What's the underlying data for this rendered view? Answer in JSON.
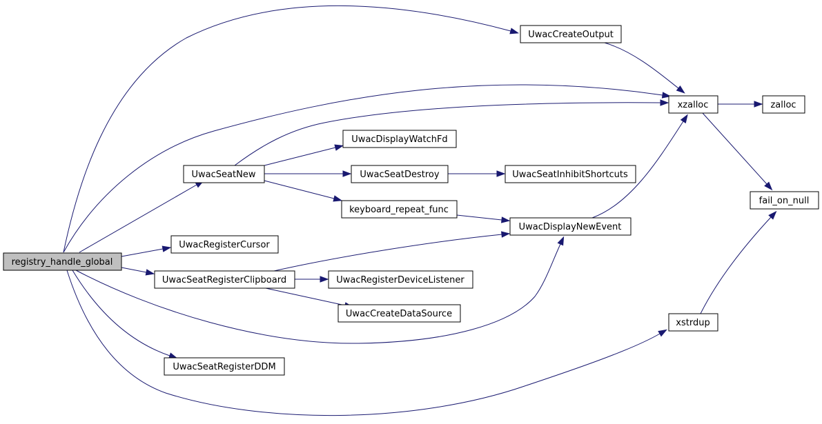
{
  "colors": {
    "root_fill": "#bfbfbf",
    "node_fill": "#ffffff",
    "edge": "#191970"
  },
  "nodes": {
    "registry_handle_global": "registry_handle_global",
    "UwacCreateOutput": "UwacCreateOutput",
    "xzalloc": "xzalloc",
    "zalloc": "zalloc",
    "UwacDisplayWatchFd": "UwacDisplayWatchFd",
    "UwacSeatNew": "UwacSeatNew",
    "UwacSeatDestroy": "UwacSeatDestroy",
    "UwacSeatInhibitShortcuts": "UwacSeatInhibitShortcuts",
    "fail_on_null": "fail_on_null",
    "keyboard_repeat_func": "keyboard_repeat_func",
    "UwacDisplayNewEvent": "UwacDisplayNewEvent",
    "UwacRegisterCursor": "UwacRegisterCursor",
    "UwacSeatRegisterClipboard": "UwacSeatRegisterClipboard",
    "UwacRegisterDeviceListener": "UwacRegisterDeviceListener",
    "UwacCreateDataSource": "UwacCreateDataSource",
    "xstrdup": "xstrdup",
    "UwacSeatRegisterDDM": "UwacSeatRegisterDDM"
  }
}
